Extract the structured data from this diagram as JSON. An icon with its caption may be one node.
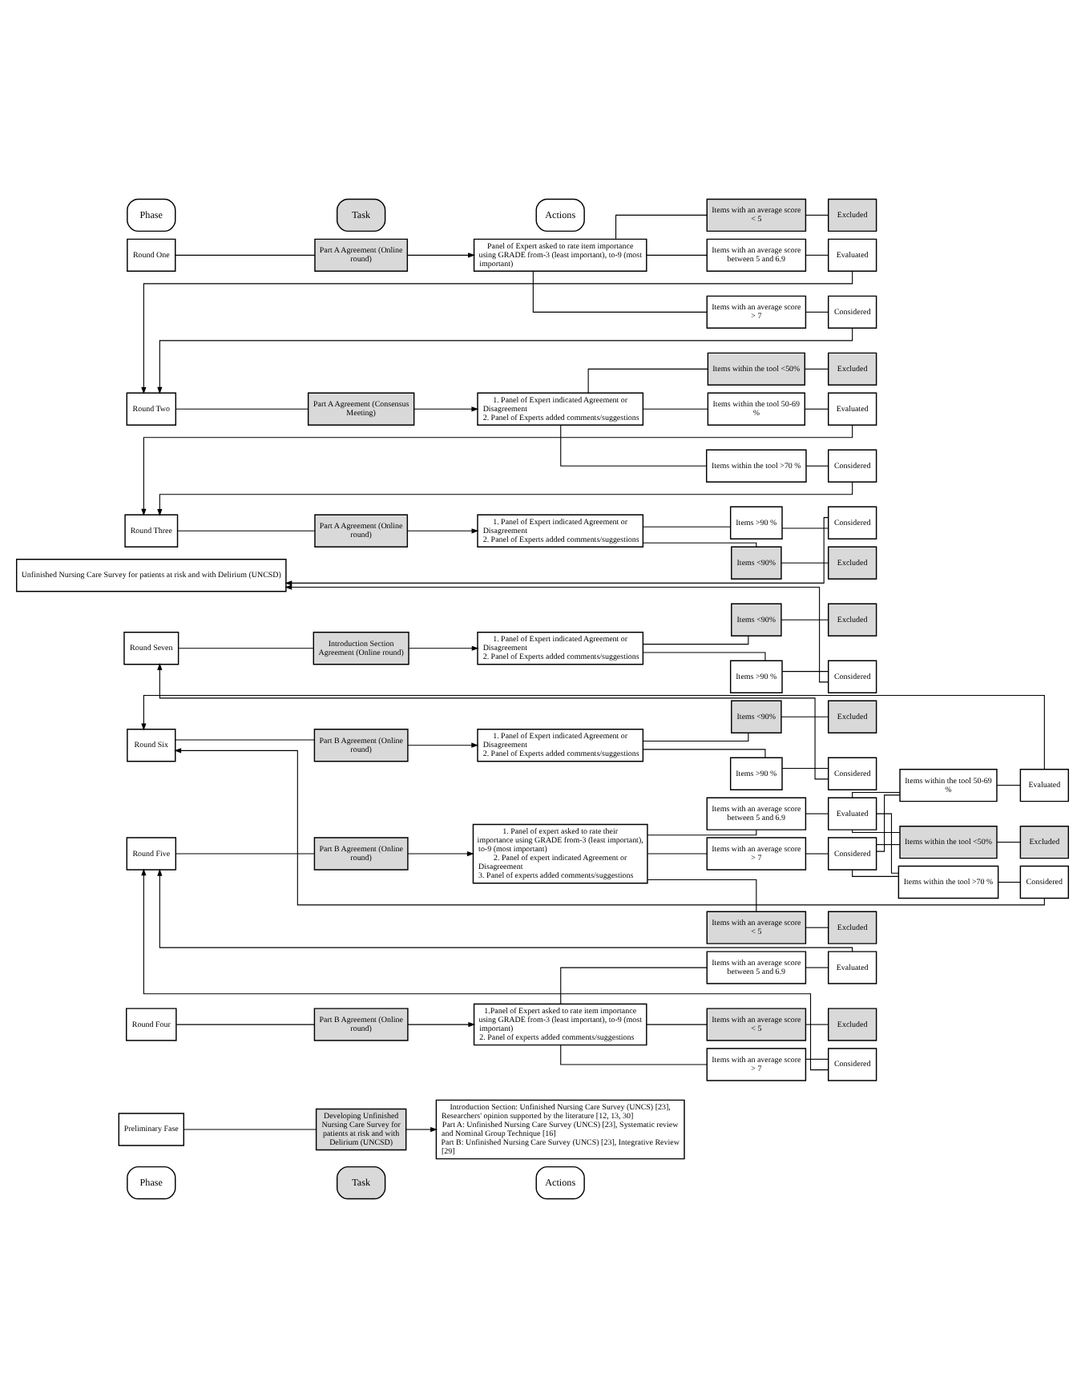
{
  "diagram": {
    "nodes": [
      {
        "text": [
          "Phase"
        ]
      },
      {
        "text": [
          "Task"
        ]
      },
      {
        "text": [
          "Actions"
        ]
      },
      {
        "text": [
          "Preliminary Fase"
        ]
      },
      {
        "text": [
          "Developing Unfinished Nursing Care Survey for patients at risk and with Delirium (UNCSD)"
        ]
      },
      {
        "text": [
          "Introduction Section: Unfinished Nursing Care Survey (UNCS) [23], Researchers' opinion supported by the literature [12, 13, 30]",
          "Part A: Unfinished Nursing Care Survey (UNCS) [23], Systematic review and Nominal Group Technique [16]",
          "Part B: Unfinished Nursing Care Survey (UNCS) [23], Integrative Review [29]"
        ]
      },
      {
        "text": [
          "Round One"
        ]
      },
      {
        "text": [
          "Part A Agreement (Online round)"
        ]
      },
      {
        "text": [
          "Panel of Expert asked to rate item importance using GRADE from-3 (least important), to-9 (most important)"
        ]
      },
      {
        "text": [
          "Items with an average score < 5"
        ]
      },
      {
        "text": [
          "Excluded"
        ]
      },
      {
        "text": [
          "Items with an average score between 5 and 6.9"
        ]
      },
      {
        "text": [
          "Evaluated"
        ]
      },
      {
        "text": [
          "Items with an average score > 7"
        ]
      },
      {
        "text": [
          "Considered"
        ]
      },
      {
        "text": [
          "Round Two"
        ]
      },
      {
        "text": [
          "Part A Agreement (Consensus Meeting)"
        ]
      },
      {
        "text": [
          "1. Panel of Expert indicated Agreement or Disagreement",
          "2. Panel of Experts added comments/suggestions"
        ]
      },
      {
        "text": [
          "Items within the tool <50%"
        ]
      },
      {
        "text": [
          "Excluded"
        ]
      },
      {
        "text": [
          "Items within the tool 50-69 %"
        ]
      },
      {
        "text": [
          "Evaluated"
        ]
      },
      {
        "text": [
          "Items within the tool >70 %"
        ]
      },
      {
        "text": [
          "Considered"
        ]
      },
      {
        "text": [
          "Round Three"
        ]
      },
      {
        "text": [
          "Part A Agreement (Online round)"
        ]
      },
      {
        "text": [
          "1. Panel of Expert indicated Agreement or Disagreement",
          "2. Panel of Experts added comments/suggestions"
        ]
      },
      {
        "text": [
          "Items <90%"
        ]
      },
      {
        "text": [
          "Excluded"
        ]
      },
      {
        "text": [
          "Items >90 %"
        ]
      },
      {
        "text": [
          "Considered"
        ]
      },
      {
        "text": [
          "Phase"
        ]
      },
      {
        "text": [
          "Task"
        ]
      },
      {
        "text": [
          "Actions"
        ]
      },
      {
        "text": [
          "Round Four"
        ]
      },
      {
        "text": [
          "Part B Agreement (Online round)"
        ]
      },
      {
        "text": [
          "1.Panel of Expert asked to rate item importance using GRADE from-3 (least important), to-9 (most important)",
          "2. Panel of experts added comments/suggestions"
        ]
      },
      {
        "text": [
          "Items with an average score < 5"
        ]
      },
      {
        "text": [
          "Excluded"
        ]
      },
      {
        "text": [
          "Items with an average score between 5 and 6.9"
        ]
      },
      {
        "text": [
          "Evaluated"
        ]
      },
      {
        "text": [
          "Items with an average score > 7"
        ]
      },
      {
        "text": [
          "Considered"
        ]
      },
      {
        "text": [
          "Round Five"
        ]
      },
      {
        "text": [
          "Part B Agreement (Online round)"
        ]
      },
      {
        "text": [
          "1. Panel of expert asked to rate their importance using GRADE from-3 (least important), to-9 (most important)",
          "2. Panel of expert indicated Agreement or Disagreement",
          "3. Panel of experts added comments/suggestions"
        ]
      },
      {
        "text": [
          "Items with an average score < 5"
        ]
      },
      {
        "text": [
          "Excluded"
        ]
      },
      {
        "text": [
          "Items with an average score between 5 and 6.9"
        ]
      },
      {
        "text": [
          "Evaluated"
        ]
      },
      {
        "text": [
          "Items with an average score > 7"
        ]
      },
      {
        "text": [
          "Considered"
        ]
      },
      {
        "text": [
          "Items within the tool <50%"
        ]
      },
      {
        "text": [
          "Excluded"
        ]
      },
      {
        "text": [
          "Items within the tool 50-69 %"
        ]
      },
      {
        "text": [
          "Evaluated"
        ]
      },
      {
        "text": [
          "Items within the tool >70 %"
        ]
      },
      {
        "text": [
          "Considered"
        ]
      },
      {
        "text": [
          "Round Six"
        ]
      },
      {
        "text": [
          "Part B Agreement (Online round)"
        ]
      },
      {
        "text": [
          "1. Panel of Expert indicated Agreement or Disagreement",
          "2. Panel of Experts added comments/suggestions"
        ]
      },
      {
        "text": [
          "Items <90%"
        ]
      },
      {
        "text": [
          "Excluded"
        ]
      },
      {
        "text": [
          "Items >90 %"
        ]
      },
      {
        "text": [
          "Considered"
        ]
      },
      {
        "text": [
          "Round Seven"
        ]
      },
      {
        "text": [
          "Introduction Section Agreement (Online round)"
        ]
      },
      {
        "text": [
          "1. Panel of Expert indicated Agreement or Disagreement",
          "2. Panel of Experts added comments/suggestions"
        ]
      },
      {
        "text": [
          "Items <90%"
        ]
      },
      {
        "text": [
          "Excluded"
        ]
      },
      {
        "text": [
          "Items >90 %"
        ]
      },
      {
        "text": [
          "Considered"
        ]
      },
      {
        "text": [
          "Unfinished Nursing Care Survey for patients at risk and with Delirium (UNCSD)"
        ]
      }
    ],
    "edges": [
      {
        "from": 3,
        "to": 4,
        "arrow": "none"
      },
      {
        "from": 4,
        "to": 5,
        "arrow": "to"
      },
      {
        "from": 6,
        "to": 7,
        "arrow": "none"
      },
      {
        "from": 7,
        "to": 8,
        "arrow": "to"
      },
      {
        "from": 8,
        "to": 9,
        "arrow": "none"
      },
      {
        "from": 8,
        "to": 11,
        "arrow": "none"
      },
      {
        "from": 8,
        "to": 13,
        "arrow": "none"
      },
      {
        "from": 9,
        "to": 10,
        "arrow": "none"
      },
      {
        "from": 11,
        "to": 12,
        "arrow": "none"
      },
      {
        "from": 13,
        "to": 14,
        "arrow": "none"
      },
      {
        "from": 12,
        "to": 15,
        "arrow": "to"
      },
      {
        "from": 14,
        "to": 15,
        "arrow": "to"
      },
      {
        "from": 15,
        "to": 16,
        "arrow": "none"
      },
      {
        "from": 16,
        "to": 17,
        "arrow": "to"
      },
      {
        "from": 17,
        "to": 18,
        "arrow": "none"
      },
      {
        "from": 17,
        "to": 20,
        "arrow": "none"
      },
      {
        "from": 17,
        "to": 22,
        "arrow": "none"
      },
      {
        "from": 18,
        "to": 19,
        "arrow": "none"
      },
      {
        "from": 20,
        "to": 21,
        "arrow": "none"
      },
      {
        "from": 22,
        "to": 23,
        "arrow": "none"
      },
      {
        "from": 21,
        "to": 24,
        "arrow": "to"
      },
      {
        "from": 23,
        "to": 24,
        "arrow": "to"
      },
      {
        "from": 24,
        "to": 25,
        "arrow": "none"
      },
      {
        "from": 25,
        "to": 26,
        "arrow": "to"
      },
      {
        "from": 26,
        "to": 27,
        "arrow": "none"
      },
      {
        "from": 26,
        "to": 29,
        "arrow": "none"
      },
      {
        "from": 27,
        "to": 28,
        "arrow": "none"
      },
      {
        "from": 29,
        "to": 30,
        "arrow": "none"
      },
      {
        "from": 30,
        "to": 72,
        "arrow": "to"
      },
      {
        "from": 34,
        "to": 35,
        "arrow": "none"
      },
      {
        "from": 35,
        "to": 36,
        "arrow": "to"
      },
      {
        "from": 36,
        "to": 37,
        "arrow": "none"
      },
      {
        "from": 36,
        "to": 39,
        "arrow": "none"
      },
      {
        "from": 36,
        "to": 41,
        "arrow": "none"
      },
      {
        "from": 37,
        "to": 38,
        "arrow": "none"
      },
      {
        "from": 39,
        "to": 40,
        "arrow": "none"
      },
      {
        "from": 41,
        "to": 42,
        "arrow": "none"
      },
      {
        "from": 40,
        "to": 43,
        "arrow": "to"
      },
      {
        "from": 42,
        "to": 43,
        "arrow": "to"
      },
      {
        "from": 43,
        "to": 44,
        "arrow": "none"
      },
      {
        "from": 44,
        "to": 45,
        "arrow": "to"
      },
      {
        "from": 45,
        "to": 46,
        "arrow": "none"
      },
      {
        "from": 45,
        "to": 48,
        "arrow": "none"
      },
      {
        "from": 45,
        "to": 50,
        "arrow": "none"
      },
      {
        "from": 46,
        "to": 47,
        "arrow": "none"
      },
      {
        "from": 48,
        "to": 49,
        "arrow": "none"
      },
      {
        "from": 50,
        "to": 51,
        "arrow": "none"
      },
      {
        "from": 49,
        "to": 52,
        "arrow": "none"
      },
      {
        "from": 49,
        "to": 54,
        "arrow": "none"
      },
      {
        "from": 49,
        "to": 56,
        "arrow": "none"
      },
      {
        "from": 51,
        "to": 52,
        "arrow": "none"
      },
      {
        "from": 51,
        "to": 54,
        "arrow": "none"
      },
      {
        "from": 51,
        "to": 56,
        "arrow": "none"
      },
      {
        "from": 52,
        "to": 53,
        "arrow": "none"
      },
      {
        "from": 54,
        "to": 55,
        "arrow": "none"
      },
      {
        "from": 56,
        "to": 57,
        "arrow": "none"
      },
      {
        "from": 55,
        "to": 58,
        "arrow": "to"
      },
      {
        "from": 57,
        "to": 58,
        "arrow": "to"
      },
      {
        "from": 58,
        "to": 59,
        "arrow": "none"
      },
      {
        "from": 59,
        "to": 60,
        "arrow": "to"
      },
      {
        "from": 60,
        "to": 61,
        "arrow": "none"
      },
      {
        "from": 60,
        "to": 63,
        "arrow": "none"
      },
      {
        "from": 61,
        "to": 62,
        "arrow": "none"
      },
      {
        "from": 63,
        "to": 64,
        "arrow": "none"
      },
      {
        "from": 64,
        "to": 65,
        "arrow": "to"
      },
      {
        "from": 65,
        "to": 66,
        "arrow": "none"
      },
      {
        "from": 66,
        "to": 67,
        "arrow": "to"
      },
      {
        "from": 67,
        "to": 68,
        "arrow": "none"
      },
      {
        "from": 67,
        "to": 70,
        "arrow": "none"
      },
      {
        "from": 68,
        "to": 69,
        "arrow": "none"
      },
      {
        "from": 70,
        "to": 71,
        "arrow": "none"
      },
      {
        "from": 71,
        "to": 72,
        "arrow": "to"
      }
    ]
  }
}
